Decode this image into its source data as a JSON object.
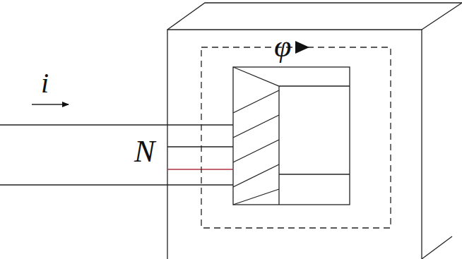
{
  "diagram": {
    "labels": [
      "i",
      "N",
      "φ"
    ]
  }
}
